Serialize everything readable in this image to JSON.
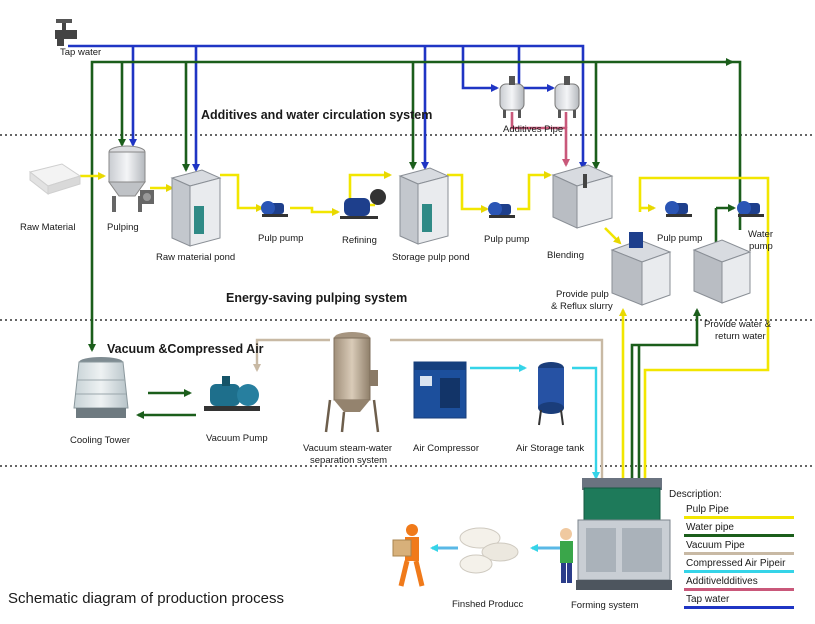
{
  "colors": {
    "pulp": "#f2e600",
    "water": "#1b5e1b",
    "vacuum": "#c8b9a4",
    "compressed_air": "#35d4e8",
    "additive": "#c9587a",
    "tap_water": "#1f35c4",
    "arrow": "#1b5e1b",
    "forward_arrow": "#5ab8e6"
  },
  "sections": {
    "additives": "Additives and water circulation system",
    "pulping": "Energy-saving pulping system",
    "vacuum": "Vacuum &Compressed Air"
  },
  "labels": {
    "tap_water": "Tap water",
    "additives_pipe": "Additives Pipe",
    "raw_material": "Raw Material",
    "pulping": "Pulping",
    "raw_material_pond": "Raw material pond",
    "pulp_pump_1": "Pulp pump",
    "refining": "Refining",
    "storage_pulp_pond": "Storage pulp pond",
    "pulp_pump_2": "Pulp pump",
    "blending": "Blending",
    "pulp_pump_3": "Pulp pump",
    "water_pump_1": "Water",
    "water_pump_2": "pump",
    "provide_pulp_1": "Provide pulp",
    "provide_pulp_2": "& Reflux slurry",
    "provide_water_1": "Provide water &",
    "provide_water_2": "return water",
    "cooling_tower": "Cooling Tower",
    "vacuum_pump": "Vacuum Pump",
    "vacuum_sep_1": "Vacuum steam-water",
    "vacuum_sep_2": "separation system",
    "air_compressor": "Air Compressor",
    "air_tank": "Air Storage tank",
    "finished": "Finshed Producc",
    "forming": "Forming system",
    "title": "Schematic diagram of production process"
  },
  "legend": {
    "title": "Description:",
    "items": [
      {
        "label": "Pulp Pipe",
        "color": "#f2e600"
      },
      {
        "label": "Water pipe",
        "color": "#1b5e1b"
      },
      {
        "label": "Vacuum Pipe",
        "color": "#c8b9a4"
      },
      {
        "label": "Compressed Air Pipeir",
        "color": "#35d4e8"
      },
      {
        "label": "Additiveldditives",
        "color": "#c9587a"
      },
      {
        "label": "Tap water",
        "color": "#1f35c4"
      }
    ]
  }
}
